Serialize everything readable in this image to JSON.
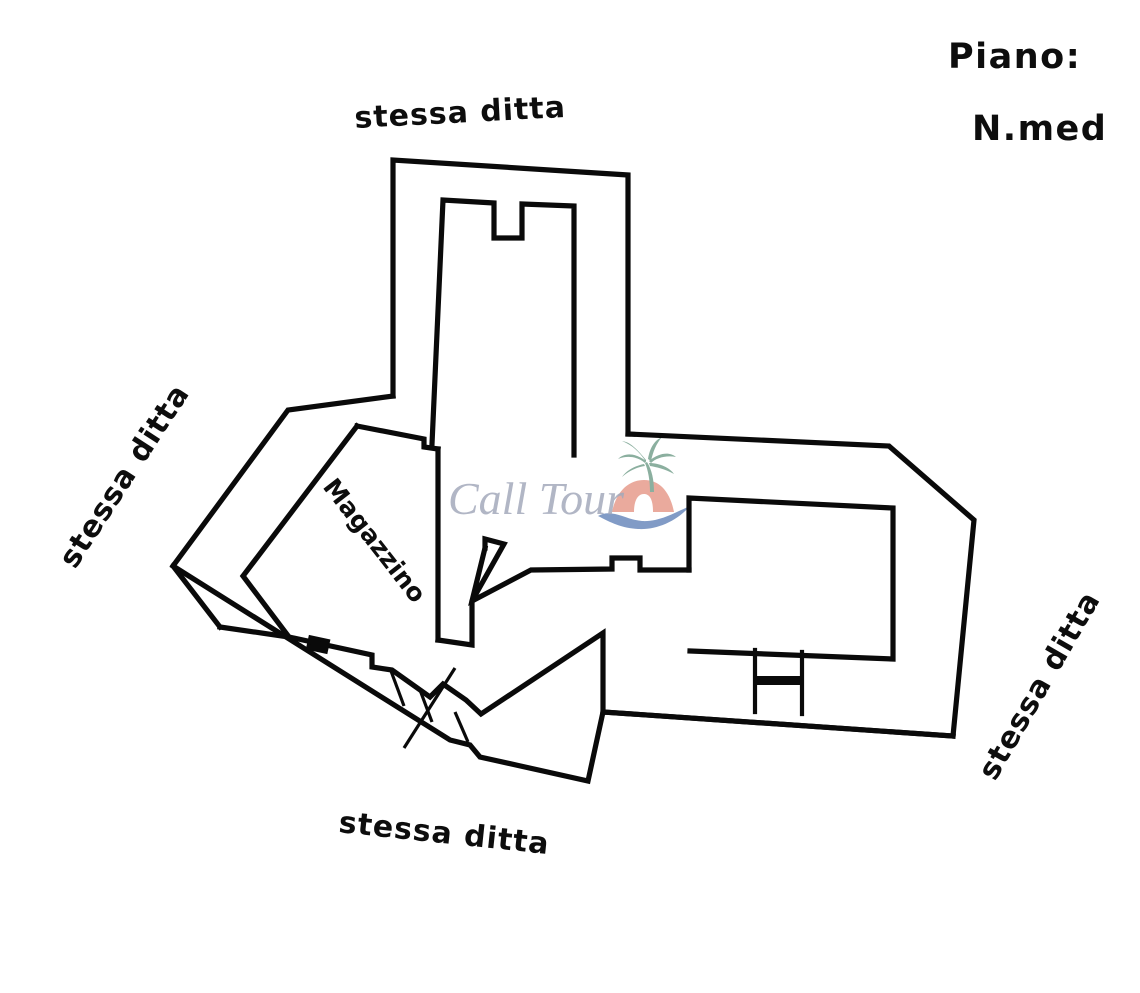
{
  "document": {
    "type": "hand-drawn floor plan",
    "language": "it",
    "background_color": "#ffffff",
    "ink_color": "#0a0a0a"
  },
  "labels": {
    "top": "stessa ditta",
    "left": "stessa ditta",
    "right": "stessa ditta",
    "bottom": "stessa ditta",
    "room_main": "Magazzino",
    "corner_line1": "Piano:",
    "corner_line2": "N.med"
  },
  "watermark": {
    "text": "Call Tour",
    "palm_color": "#7fa795",
    "arch_color": "#e8a193",
    "wave_color": "#5a7db5",
    "text_color": "#9aa0b4"
  },
  "annotations": {
    "door_marks": 2,
    "hatch_cross_marks": 1,
    "stair_opening": 1
  }
}
